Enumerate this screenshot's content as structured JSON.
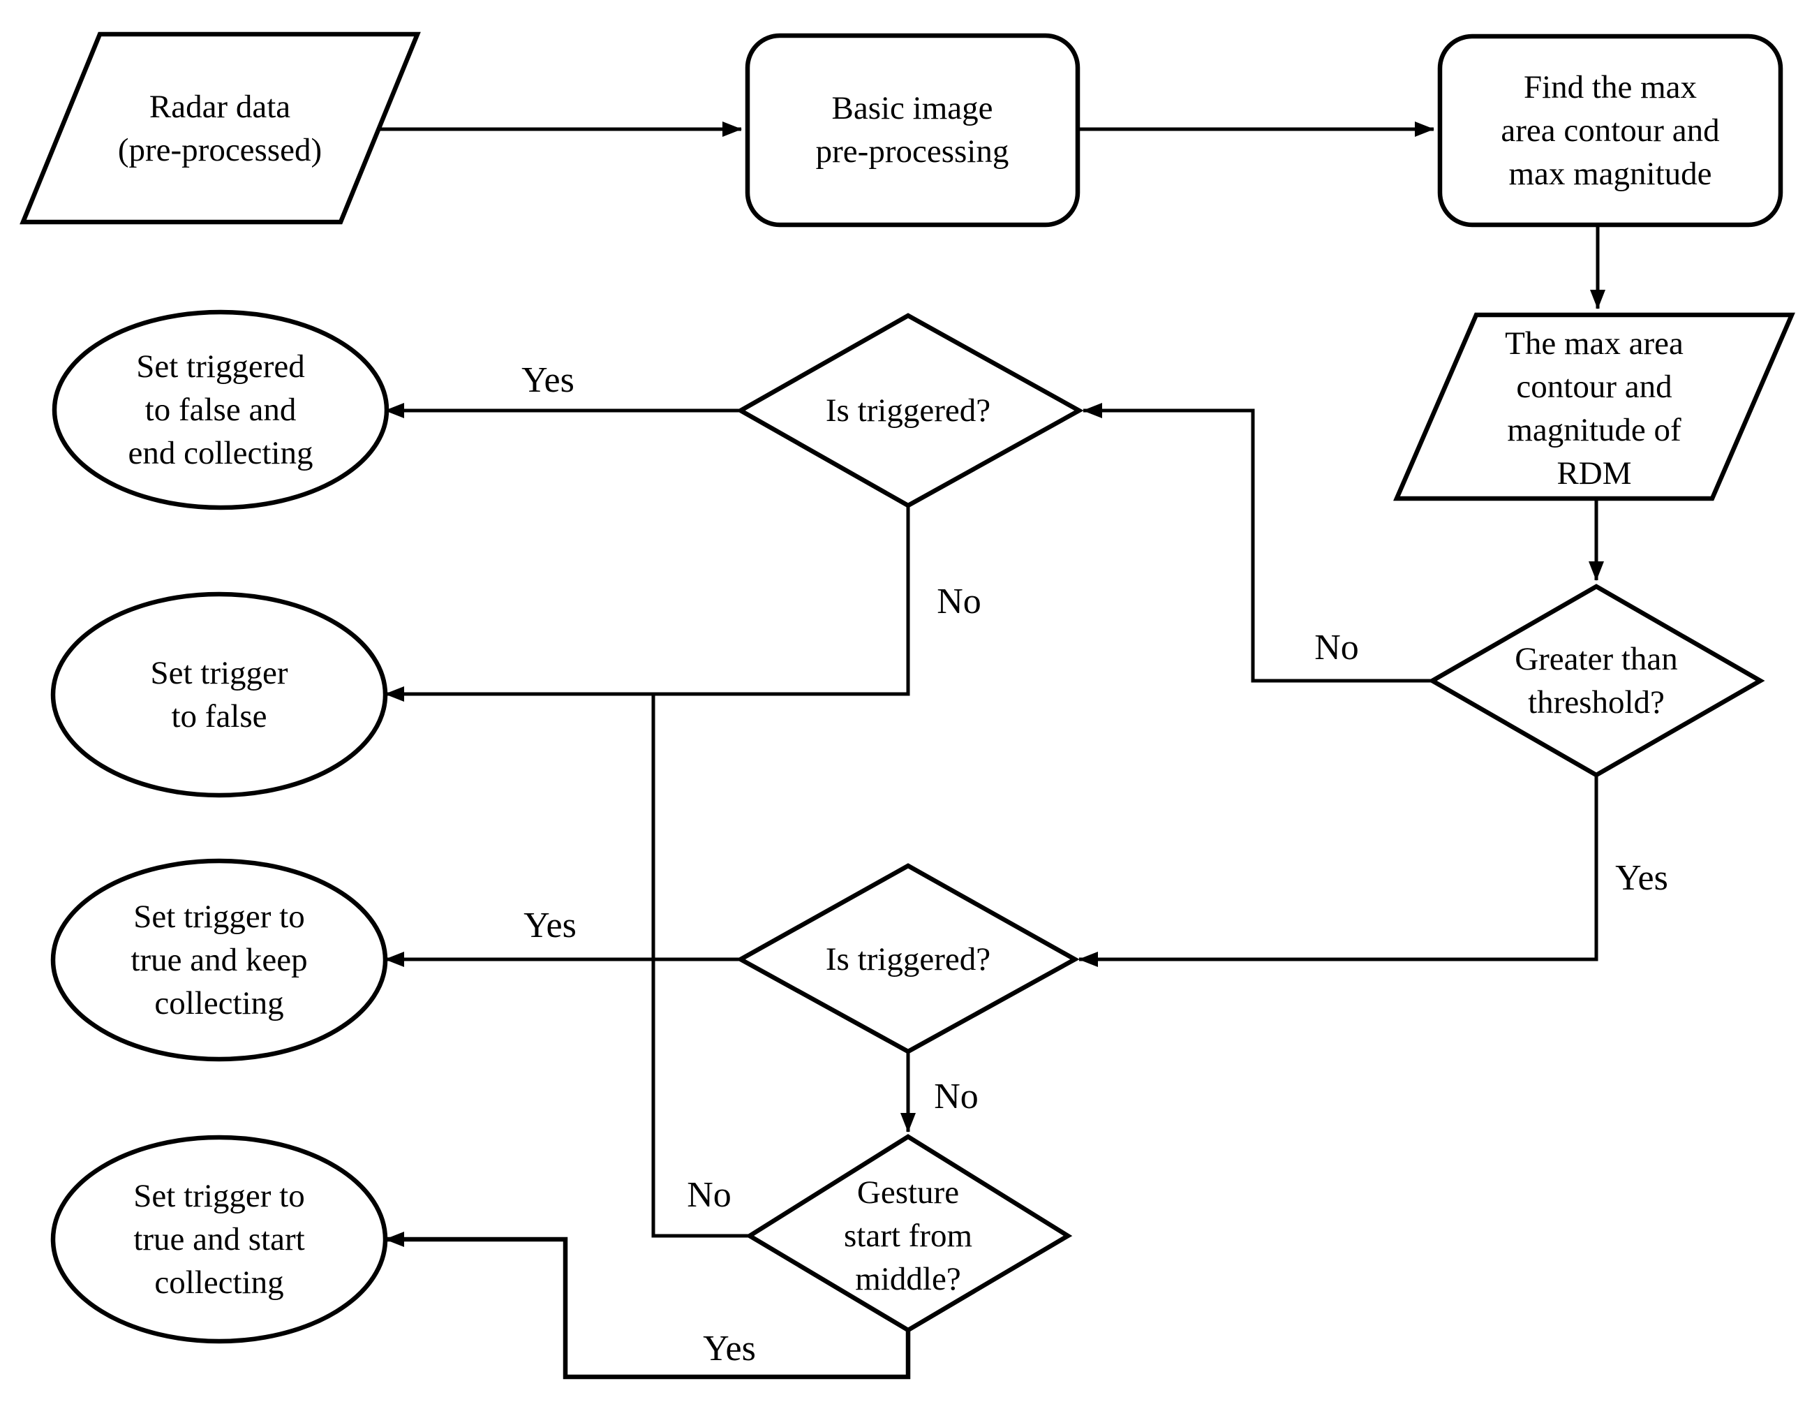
{
  "diagram": {
    "type": "flowchart",
    "colors": {
      "line": "#000000",
      "background": "#ffffff",
      "text": "#000000"
    },
    "nodes": {
      "radar_data": {
        "type": "data-parallelogram",
        "label": "Radar data\n(pre-processed)"
      },
      "basic_preprocessing": {
        "type": "process",
        "label": "Basic image\npre-processing"
      },
      "find_max": {
        "type": "process",
        "label": "Find the max\narea contour and\nmax magnitude"
      },
      "rdm_output": {
        "type": "data-parallelogram",
        "label": "The max area\ncontour and\nmagnitude of\nRDM"
      },
      "greater_than_threshold": {
        "type": "decision",
        "label": "Greater than\nthreshold?"
      },
      "is_triggered_1": {
        "type": "decision",
        "label": "Is triggered?"
      },
      "is_triggered_2": {
        "type": "decision",
        "label": "Is triggered?"
      },
      "gesture_start_middle": {
        "type": "decision",
        "label": "Gesture\nstart from\nmiddle?"
      },
      "set_triggered_false_end": {
        "type": "terminal",
        "label": "Set triggered\nto false and\nend collecting"
      },
      "set_trigger_false": {
        "type": "terminal",
        "label": "Set trigger\nto false"
      },
      "set_trigger_true_keep": {
        "type": "terminal",
        "label": "Set trigger to\ntrue and keep\ncollecting"
      },
      "set_trigger_true_start": {
        "type": "terminal",
        "label": "Set trigger to\ntrue and start\ncollecting"
      }
    },
    "edges": [
      {
        "from": "radar_data",
        "to": "basic_preprocessing",
        "label": ""
      },
      {
        "from": "basic_preprocessing",
        "to": "find_max",
        "label": ""
      },
      {
        "from": "find_max",
        "to": "rdm_output",
        "label": ""
      },
      {
        "from": "rdm_output",
        "to": "greater_than_threshold",
        "label": ""
      },
      {
        "from": "greater_than_threshold",
        "to": "is_triggered_1",
        "label": "No"
      },
      {
        "from": "greater_than_threshold",
        "to": "is_triggered_2",
        "label": "Yes"
      },
      {
        "from": "is_triggered_1",
        "to": "set_triggered_false_end",
        "label": "Yes"
      },
      {
        "from": "is_triggered_1",
        "to": "set_trigger_false",
        "label": "No"
      },
      {
        "from": "is_triggered_2",
        "to": "set_trigger_true_keep",
        "label": "Yes"
      },
      {
        "from": "is_triggered_2",
        "to": "gesture_start_middle",
        "label": "No"
      },
      {
        "from": "gesture_start_middle",
        "to": "set_trigger_false",
        "label": "No"
      },
      {
        "from": "gesture_start_middle",
        "to": "set_trigger_true_start",
        "label": "Yes"
      }
    ]
  }
}
